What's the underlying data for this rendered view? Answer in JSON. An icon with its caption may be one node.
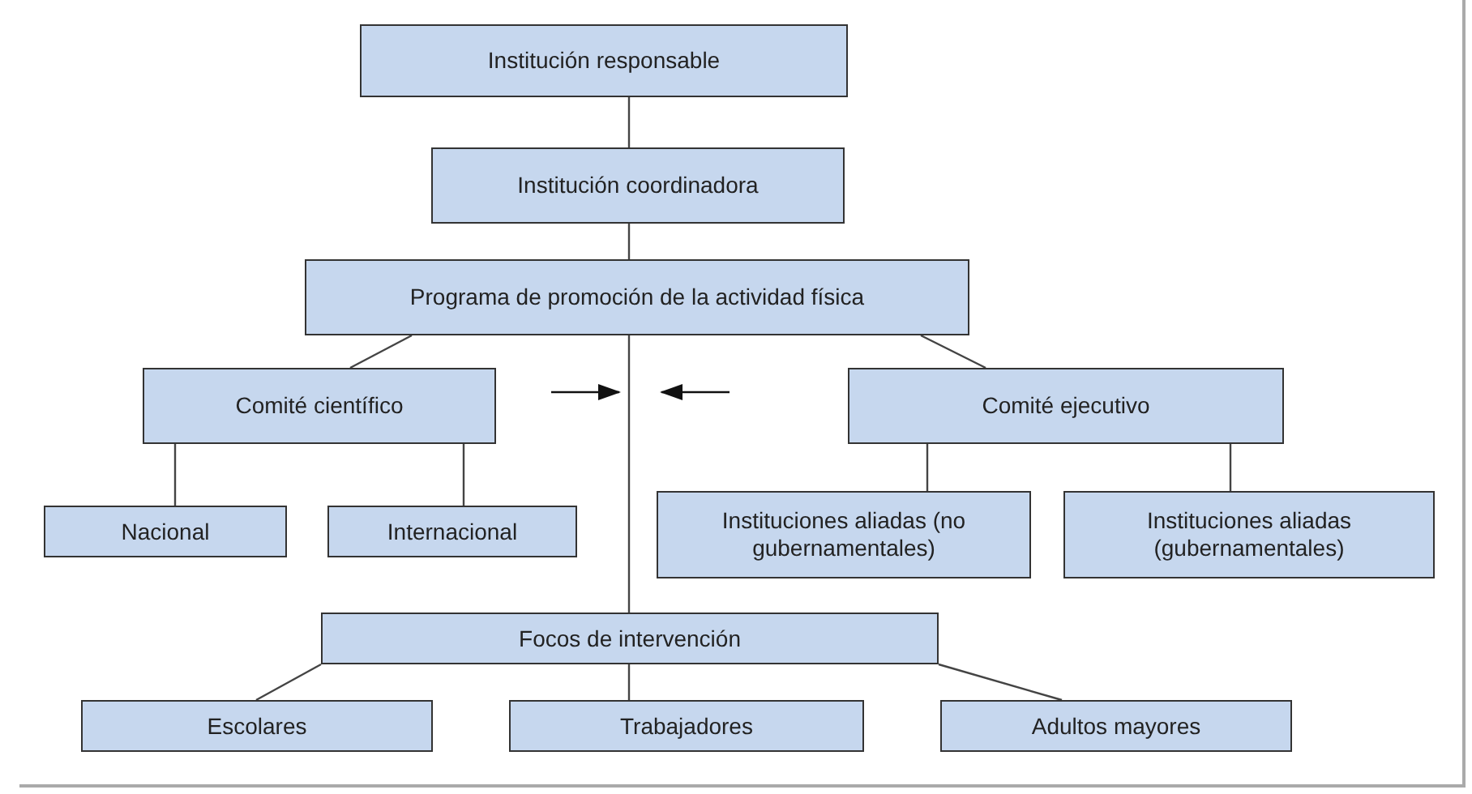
{
  "diagram": {
    "nodes": [
      {
        "text": [
          "Institución responsable"
        ]
      },
      {
        "text": [
          "Institución coordinadora"
        ]
      },
      {
        "text": [
          "Programa de promoción de la actividad física"
        ]
      },
      {
        "text": [
          "Comité científico"
        ]
      },
      {
        "text": [
          "Comité ejecutivo"
        ]
      },
      {
        "text": [
          "Nacional"
        ]
      },
      {
        "text": [
          "Internacional"
        ]
      },
      {
        "text": [
          "Instituciones aliadas (no gubernamentales)"
        ]
      },
      {
        "text": [
          "Instituciones aliadas (gubernamentales)"
        ]
      },
      {
        "text": [
          "Focos de intervención"
        ]
      },
      {
        "text": [
          "Escolares"
        ]
      },
      {
        "text": [
          "Trabajadores"
        ]
      },
      {
        "text": [
          "Adultos mayores"
        ]
      }
    ],
    "edges": [
      {
        "from": 0,
        "to": 1,
        "arrow": "none"
      },
      {
        "from": 1,
        "to": 2,
        "arrow": "none"
      },
      {
        "from": 2,
        "to": 3,
        "arrow": "none"
      },
      {
        "from": 2,
        "to": 4,
        "arrow": "none"
      },
      {
        "from": 3,
        "to": 5,
        "arrow": "none"
      },
      {
        "from": 3,
        "to": 6,
        "arrow": "none"
      },
      {
        "from": 4,
        "to": 7,
        "arrow": "none"
      },
      {
        "from": 4,
        "to": 8,
        "arrow": "none"
      },
      {
        "from": 2,
        "to": 9,
        "arrow": "none"
      },
      {
        "from": 9,
        "to": 10,
        "arrow": "none"
      },
      {
        "from": 9,
        "to": 11,
        "arrow": "none"
      },
      {
        "from": 9,
        "to": 12,
        "arrow": "none"
      }
    ]
  }
}
